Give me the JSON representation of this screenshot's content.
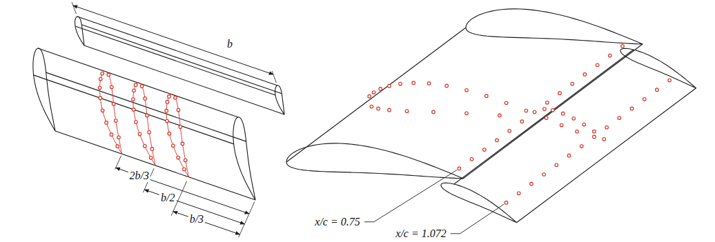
{
  "diagram": {
    "labels": [
      "b",
      "2b/3",
      "b/2",
      "b/3",
      "x/c = 0.75",
      "x/c = 1.072"
    ]
  }
}
